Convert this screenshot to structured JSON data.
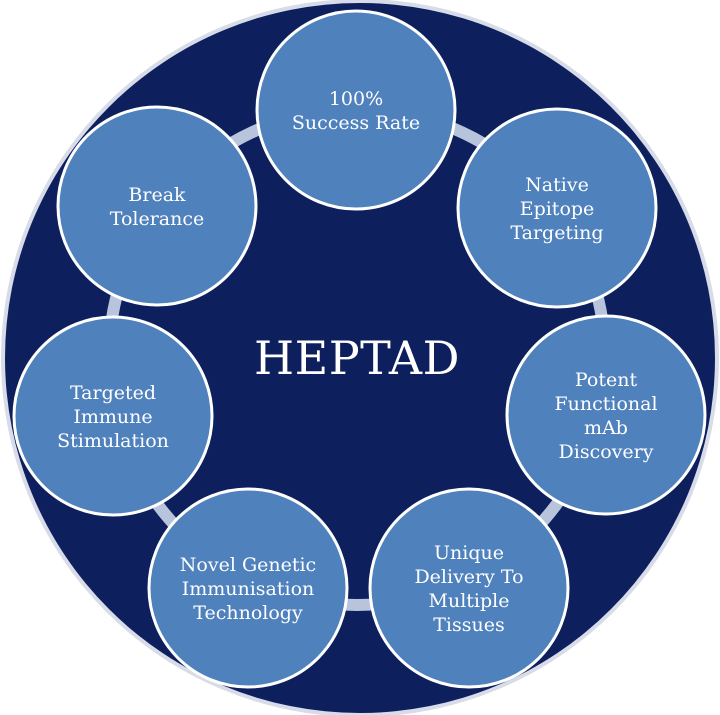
{
  "center": {
    "label": "HEPTAD"
  },
  "nodes": [
    {
      "lines": [
        "100%",
        "Success Rate"
      ]
    },
    {
      "lines": [
        "Native",
        "Epitope",
        "Targeting"
      ]
    },
    {
      "lines": [
        "Potent",
        "Functional",
        "mAb",
        "Discovery"
      ]
    },
    {
      "lines": [
        "Unique",
        "Delivery To",
        "Multiple",
        "Tissues"
      ]
    },
    {
      "lines": [
        "Novel Genetic",
        "Immunisation",
        "Technology"
      ]
    },
    {
      "lines": [
        "Targeted",
        "Immune",
        "Stimulation"
      ]
    },
    {
      "lines": [
        "Break",
        "Tolerance"
      ]
    }
  ],
  "colors": {
    "outer_circle": "#0d1f5c",
    "outer_ring": "#d7dce8",
    "node_fill": "#4f81bd",
    "node_stroke": "#ffffff",
    "connector": "#b8c4dc",
    "text": "#ffffff"
  }
}
